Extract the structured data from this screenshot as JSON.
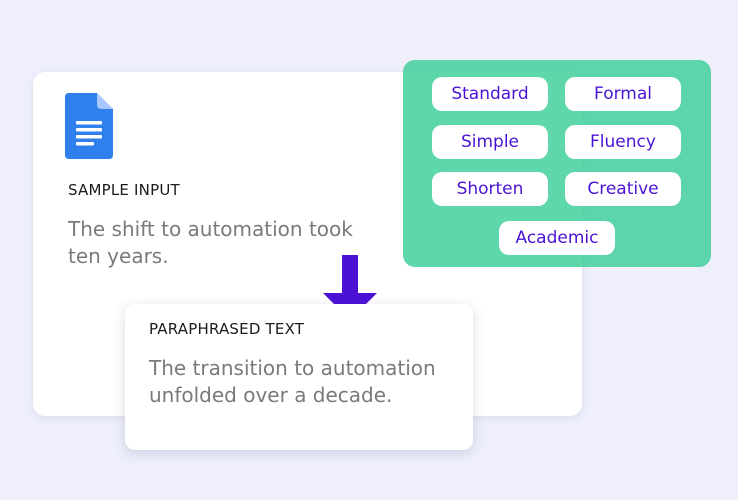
{
  "input": {
    "label": "SAMPLE INPUT",
    "text": "The shift to automation took ten years.",
    "icon": "google-docs-icon"
  },
  "styles": {
    "panel_color": "#42d09c",
    "chip_text_color": "#4b12d6",
    "modes": [
      "Standard",
      "Formal",
      "Simple",
      "Fluency",
      "Shorten",
      "Creative",
      "Academic"
    ]
  },
  "output": {
    "label": "PARAPHRASED TEXT",
    "text": "The transition to automation unfolded over a decade."
  },
  "arrow": {
    "icon": "arrow-down-icon",
    "color": "#4b12d6"
  }
}
